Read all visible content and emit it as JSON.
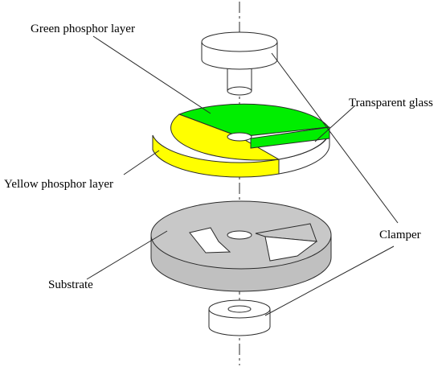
{
  "labels": {
    "green_phosphor": "Green phosphor layer",
    "transparent_glass": "Transparent glass",
    "yellow_phosphor": "Yellow phosphor layer",
    "clamper": "Clamper",
    "substrate": "Substrate"
  },
  "colors": {
    "green_phosphor": "#00ee00",
    "yellow_phosphor": "#ffff00",
    "substrate": "#c0c0c0",
    "glass": "#ffffff",
    "line": "#2a2a2a"
  }
}
